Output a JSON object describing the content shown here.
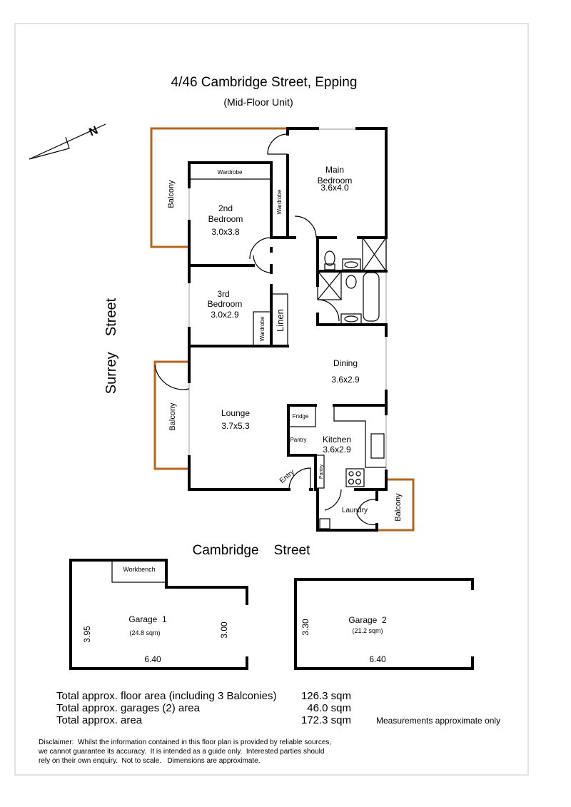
{
  "title": "4/46  Cambridge Street, Epping",
  "subtitle": "(Mid-Floor Unit)",
  "north_label": "N",
  "streets": {
    "side": "Surrey    Street",
    "front": "Cambridge    Street"
  },
  "rooms": {
    "main_bedroom": {
      "name1": "Main",
      "name2": "Bedroom",
      "size": "3.6x4.0"
    },
    "bedroom2": {
      "name1": "2nd",
      "name2": "Bedroom",
      "size": "3.0x3.8"
    },
    "bedroom3": {
      "name1": "3rd",
      "name2": "Bedroom",
      "size": "3.0x2.9"
    },
    "dining": {
      "name": "Dining",
      "size": "3.6x2.9"
    },
    "lounge": {
      "name": "Lounge",
      "size": "3.7x5.3"
    },
    "kitchen": {
      "name": "Kitchen",
      "size": "3.6x2.9"
    },
    "laundry": "Laundry",
    "entry": "Entry",
    "wardrobe": "Wardrobe",
    "linen": "Linen",
    "fridge": "Fridge",
    "pantry": "Pantry",
    "balcony": "Balcony"
  },
  "garages": {
    "g1": {
      "name": "Garage  1",
      "area": "(24.8 sqm)",
      "dim_left": "3.95",
      "dim_right": "3.00",
      "dim_bottom": "6.40",
      "workbench": "Workbench"
    },
    "g2": {
      "name": "Garage  2",
      "area": "(21.2 sqm)",
      "dim_left": "3.30",
      "dim_bottom": "6.40"
    }
  },
  "totals": [
    {
      "label": "Total approx. floor area (including 3 Balconies)",
      "value": "126.3 sqm"
    },
    {
      "label": "Total approx. garages (2) area",
      "value": "46.0 sqm"
    },
    {
      "label": "Total approx. area",
      "value": "172.3 sqm"
    }
  ],
  "measurements_note": "Measurements approximate only",
  "disclaimer": [
    "Disclaimer:  Whilst the information contained in this floor plan is provided by reliable sources,",
    "we cannot guarantee its accuracy.  It is intended as a guide only.  Interested parties should",
    "rely on their own enquiry.  Not to scale.   Dimensions are approximate."
  ],
  "colors": {
    "balcony": "#b5651d",
    "wall": "#000000",
    "border": "#d8d8d8"
  }
}
